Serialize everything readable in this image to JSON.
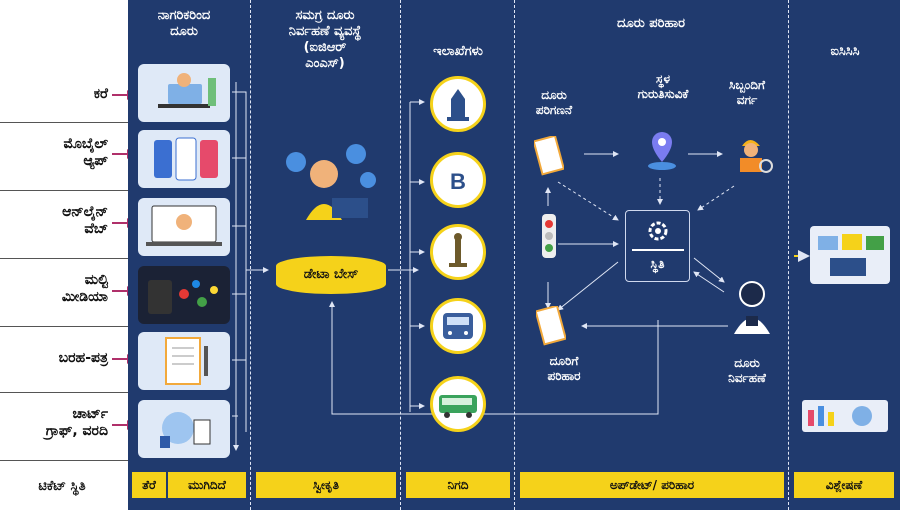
{
  "left_labels": {
    "call": "ಕರೆ",
    "mobile_app": [
      "ಮೊಬೈಲ್",
      "ಆ್ಯಪ್"
    ],
    "online_web": [
      "ಆನ್‌ಲೈನ್",
      "ವೆಬ್"
    ],
    "multimedia": [
      "ಮಲ್ಟಿ",
      "ಮೀಡಿಯಾ"
    ],
    "letter": "ಬರಹ-ಪತ್ರ",
    "chart": [
      "ಚಾರ್ಟ್",
      "ಗ್ರಾಫ್, ವರದಿ"
    ],
    "ticket_status": "ಟಿಕೆಟ್ ಸ್ಥಿತಿ"
  },
  "columns": {
    "citizen": [
      "ನಾಗರಿಕರಿಂದ",
      "ದೂರು"
    ],
    "igrms": [
      "ಸಮಗ್ರ ದೂರು",
      "ನಿರ್ವಹಣೆ ವ್ಯವಸ್ಥೆ",
      "(ಐಜಿಆರ್",
      "ಎಂಎಸ್)"
    ],
    "departments": "ಇಲಾಖೆಗಳು",
    "resolution": "ದೂರು ಪರಿಹಾರ",
    "icccc": "ಐಸಿಸಿಸಿ"
  },
  "database": "ಡೇಟಾ ಬೇಸ್",
  "nodes": {
    "complaint_count": [
      "ದೂರು",
      "ಪರಿಗಣನೆ"
    ],
    "locate": [
      "ಸ್ಥಳ",
      "ಗುರುತಿಸುವಿಕೆ"
    ],
    "staff": [
      "ಸಿಬ್ಬಂದಿಗೆ",
      "ವರ್ಗ"
    ],
    "status": "ಸ್ಥಿತಿ",
    "resolved": [
      "ದೂರಿಗೆ",
      "ಪರಿಹಾರ"
    ],
    "handling": [
      "ದೂರು",
      "ನಿರ್ವಹಣೆ"
    ]
  },
  "footer": {
    "open": "ತೆರೆ",
    "closed": "ಮುಗಿದಿದೆ",
    "accepted": "ಸ್ವೀಕೃತಿ",
    "assigned": "ನಿಗದಿ",
    "update": "ಅಪ್‌ಡೇಟ್/ ಪರಿಹಾರ",
    "analysis": "ವಿಶ್ಲೇಷಣೆ"
  },
  "colors": {
    "board": "#203a6e",
    "yellow": "#f5d21a",
    "arrow_pink": "#b0306a"
  },
  "icons": [
    "call-center-icon",
    "mobile-app-icon",
    "web-icon",
    "multimedia-icon",
    "letter-icon",
    "report-icon",
    "agent-icon",
    "emblem-icon",
    "bbmp-icon",
    "statue-icon",
    "train-icon",
    "bus-icon",
    "document-icon",
    "location-pin-icon",
    "worker-icon",
    "gear-icon",
    "traffic-light-icon",
    "technician-icon",
    "dashboard-icon"
  ]
}
